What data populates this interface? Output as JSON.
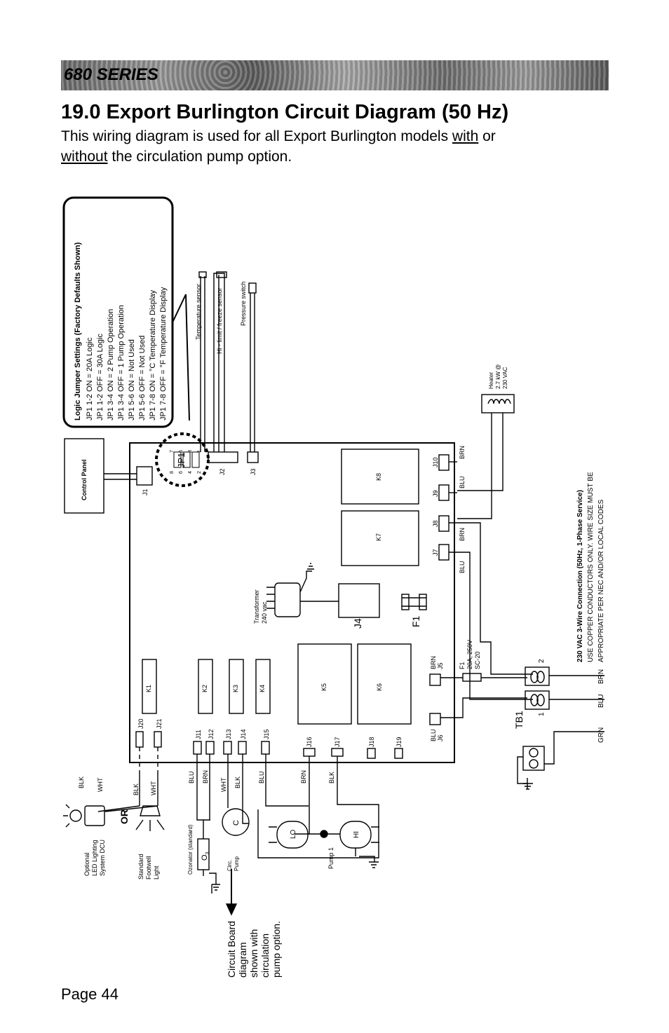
{
  "header": {
    "series": "680 SERIES"
  },
  "title": "19.0 Export Burlington Circuit Diagram (50 Hz)",
  "intro": {
    "part1": "This wiring diagram is used for all Export Burlington models ",
    "with": "with",
    "part2": " or ",
    "without": "without",
    "part3": " the circulation pump option."
  },
  "jumper_settings": {
    "title": "Logic Jumper Settings (Factory Defaults Shown)",
    "lines": [
      "JP1 1-2 ON    =  20A Logic",
      "JP1 1-2 OFF  =  30A Logic",
      "JP1 3-4 ON    =  2 Pump Operation",
      "JP1 3-4 OFF  =  1 Pump Operation",
      "JP1 5-6 ON    =  Not Used",
      "JP1 5-6 OFF  =  Not Used",
      "JP1 7-8 ON    = °C Temperature Display",
      "JP1 7-8 OFF  = °F Temperature Display"
    ]
  },
  "components": {
    "control_panel": "Control Panel",
    "temp_sensor": "Temperature sensor",
    "hi_limit": "Hi - limit / freeze sensor",
    "pressure_switch": "Pressure switch",
    "heater": [
      "Heater",
      "2.7 kW @",
      "230 VAC"
    ],
    "transformer": [
      "Transformer",
      "240 vac"
    ],
    "fuse": [
      "F1",
      "20A, 250V",
      "SC-20"
    ],
    "tb1": "TB1",
    "led": [
      "Optional",
      "LED Lighting",
      "System DCU"
    ],
    "footwell": [
      "Standard",
      "Footwell",
      "Light"
    ],
    "or": "OR",
    "ozonator": "Ozonator (standard)",
    "ozone_symbol": "O",
    "ozone_sub": "3",
    "circ_pump": [
      "Circ.",
      "Pump"
    ],
    "circ_letter": "C",
    "pump1": "Pump 1",
    "lo": "LO",
    "hi": "HI",
    "jp1": "JP1",
    "jp1_pins_top": [
      "8",
      "6",
      "4",
      "2"
    ],
    "jp1_pins_bot": [
      "7",
      "5",
      "3",
      "1"
    ],
    "tb1_pins": [
      "1",
      "2"
    ]
  },
  "connectors": {
    "j1": "J1",
    "j2": "J2",
    "j3": "J3",
    "j4": "J4",
    "j5": "J5",
    "j6": "J6",
    "j7": "J7",
    "j8": "J8",
    "j9": "J9",
    "j10": "J10",
    "j11": "J11",
    "j12": "J12",
    "j13": "J13",
    "j14": "J14",
    "j15": "J15",
    "j16": "J16",
    "j17": "J17",
    "j18": "J18",
    "j19": "J19",
    "j20": "J20",
    "j21": "J21",
    "f1": "F1"
  },
  "relays": [
    "K1",
    "K2",
    "K3",
    "K4",
    "K5",
    "K6",
    "K7",
    "K8"
  ],
  "wire_colors": {
    "blk": "BLK",
    "wht": "WHT",
    "blu": "BLU",
    "brn": "BRN",
    "grn": "GRN"
  },
  "power_note": {
    "line1": "230 VAC 3-Wire Connection (50Hz, 1-Phase Service)",
    "line2": "USE COPPER CONDUCTORS ONLY.  WIRE SIZE MUST BE",
    "line3": "APPROPRIATE PER NEC AND/OR LOCAL CODES"
  },
  "circuit_note": [
    "Circuit Board",
    "diagram",
    "shown with",
    "circulation",
    "pump option."
  ],
  "page": "Page 44"
}
